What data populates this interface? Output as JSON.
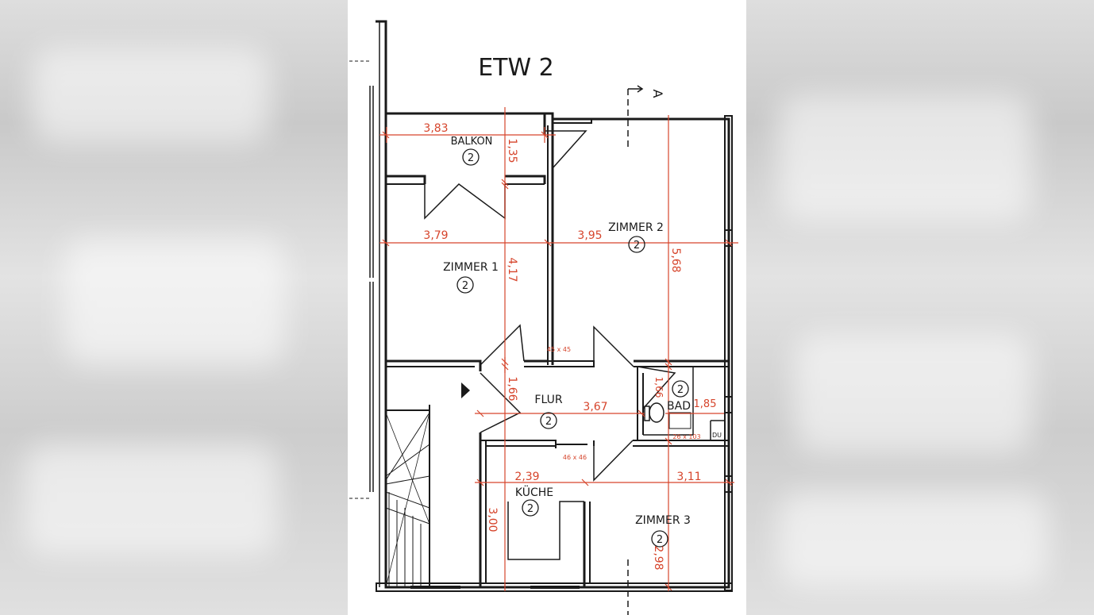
{
  "plan_title": "ETW 2",
  "section_mark": "A",
  "rooms": [
    {
      "id": "balkon",
      "name": "BALKON",
      "number": "2"
    },
    {
      "id": "zimmer1",
      "name": "ZIMMER 1",
      "number": "2"
    },
    {
      "id": "zimmer2",
      "name": "ZIMMER 2",
      "number": "2"
    },
    {
      "id": "flur",
      "name": "FLUR",
      "number": "2"
    },
    {
      "id": "bad",
      "name": "BAD",
      "number": "2"
    },
    {
      "id": "kuche",
      "name": "KÜCHE",
      "number": "2"
    },
    {
      "id": "zimmer3",
      "name": "ZIMMER 3",
      "number": "2"
    }
  ],
  "dimensions": {
    "balkon_width": "3,83",
    "balkon_depth": "1,35",
    "zimmer1_width": "3,79",
    "zimmer1_depth": "4,17",
    "zimmer2_width": "3,95",
    "zimmer2_depth": "5,68",
    "flur_depth": "1,66",
    "flur_width": "3,67",
    "bad_depth": "1,66",
    "bad_width": "1,85",
    "kuche_width": "2,39",
    "kuche_depth": "3,00",
    "zimmer3_width": "3,11",
    "zimmer3_depth": "2,98"
  },
  "openings": {
    "chimney_upper": "45 x 45",
    "chimney_lower": "46 x 46",
    "bad_shaft": "26 x 103",
    "shower": "DU"
  },
  "colors": {
    "walls": "#1a1a1a",
    "dimension_lines": "#d6452c",
    "paper": "#ffffff"
  }
}
